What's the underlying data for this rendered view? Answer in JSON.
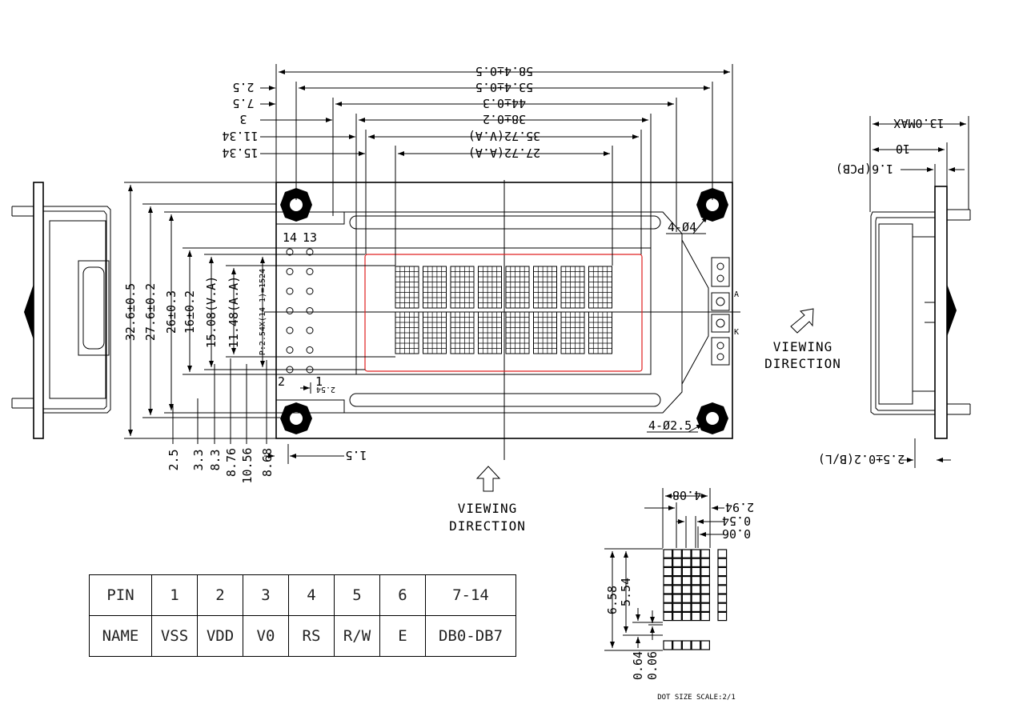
{
  "top_dims": {
    "d1": "58.4±0.5",
    "d2": "53.4±0.5",
    "d3": "44±0.3",
    "d4": "38±0.2",
    "d5": "35.72(V.A)",
    "d6": "27.72(A.A)"
  },
  "left_offsets": [
    "2.5",
    "7.5",
    "3",
    "11.34",
    "15.34"
  ],
  "left_dims": {
    "v1": "32.6±0.5",
    "v2": "27.6±0.2",
    "v3": "26±0.3",
    "v4": "16±0.2",
    "v5": "15.08(V.A)",
    "v6": "11.48(A.A)",
    "pitch": "P:2.54X(14-1)=1524"
  },
  "bottom_dims": [
    "2.5",
    "3.3",
    "8.3",
    "8.76",
    "10.56",
    "8.68"
  ],
  "pitch_dim": "2.54",
  "offset_dim": "1.5",
  "pin_marks": {
    "p14": "14",
    "p13": "13",
    "p2": "2",
    "p1": "1",
    "a": "A",
    "k": "K"
  },
  "holes": {
    "big": "4-Ø4",
    "small": "4-Ø2.5"
  },
  "side_dims": {
    "max": "13.0MAX",
    "ten": "10",
    "pcb": "1.6(PCB)",
    "bl": "2.5±0.2(B/L)"
  },
  "viewing": {
    "line1": "VIEWING",
    "line2": "DIRECTION"
  },
  "dot_dims": {
    "w": "4.08",
    "c": "2.94",
    "g1": "0.54",
    "g2": "0.06",
    "h1": "6.58",
    "h2": "5.54",
    "b1": "0.64",
    "b2": "0.06",
    "caption": "DOT SIZE SCALE:2/1"
  },
  "pin_table": {
    "header": [
      "PIN",
      "1",
      "2",
      "3",
      "4",
      "5",
      "6",
      "7-14"
    ],
    "names": [
      "NAME",
      "VSS",
      "VDD",
      "V0",
      "RS",
      "R/W",
      "E",
      "DB0-DB7"
    ]
  }
}
